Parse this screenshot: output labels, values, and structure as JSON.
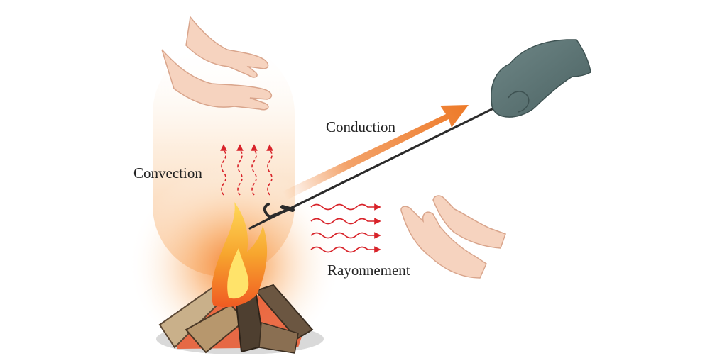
{
  "labels": {
    "convection": "Convection",
    "conduction": "Conduction",
    "rayonnement": "Rayonnement"
  },
  "colors": {
    "background": "#ffffff",
    "glow": "#f7b27a",
    "flame_outer": "#f28a2e",
    "flame_inner": "#ffe36a",
    "wave_red": "#d8232a",
    "arrow_orange": "#ee7b2a",
    "poker": "#2b2b2b",
    "glove": "#5d7474",
    "skin": "#f6d3bf",
    "skin_outline": "#d9a58c",
    "wood_dark": "#5a4633",
    "wood_light": "#c9b08a",
    "ember": "#e8552a",
    "ash": "#cfcfcf"
  },
  "icons": {
    "convection_waves": "wavy-up-arrow-icon",
    "radiation_waves": "wavy-right-arrow-icon",
    "conduction_arrow": "orange-arrow-icon",
    "glove": "oven-mitt-icon",
    "hands": "open-hand-icon",
    "fire": "campfire-icon",
    "poker": "fire-poker-icon"
  }
}
